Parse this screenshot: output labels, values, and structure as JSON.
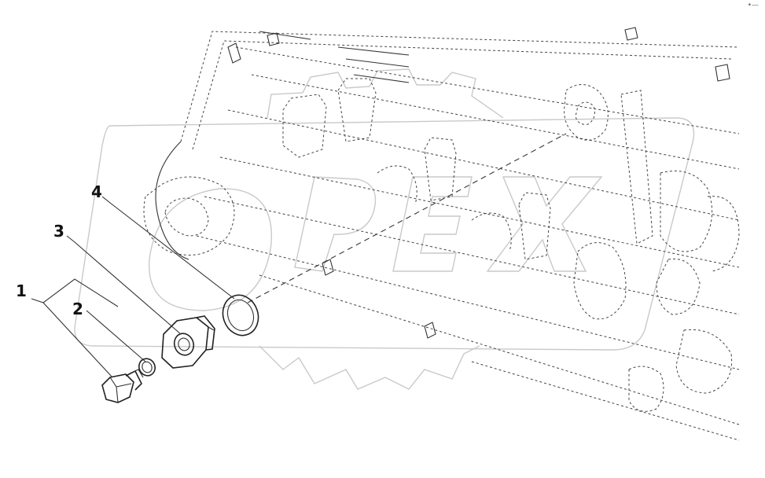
{
  "callouts": [
    {
      "num": "1"
    },
    {
      "num": "2"
    },
    {
      "num": "3"
    },
    {
      "num": "4"
    }
  ],
  "corner_mark": "•—"
}
